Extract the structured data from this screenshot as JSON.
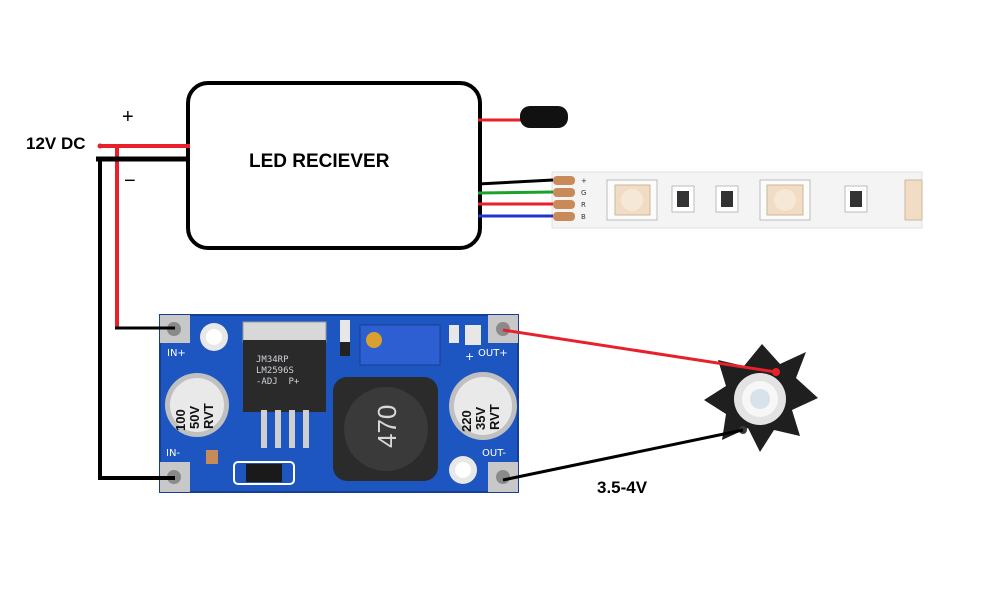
{
  "power_input": {
    "label": "12V DC",
    "positive_symbol": "+",
    "negative_symbol": "−"
  },
  "receiver": {
    "label": "LED RECIEVER"
  },
  "strip": {
    "pin_labels": [
      "+",
      "G",
      "R",
      "B"
    ]
  },
  "buck_module": {
    "in_plus_label": "IN+",
    "in_minus_label": "IN-",
    "out_plus_label": "OUT+",
    "out_minus_label": "OUT-",
    "pot_plus_label": "+",
    "chip_line1": "JM34RP",
    "chip_line2": "LM2596S",
    "chip_line3": "-ADJ  P+",
    "cap_left": [
      "100",
      "50V",
      "RVT"
    ],
    "cap_right": [
      "220",
      "35V",
      "RVT"
    ],
    "inductor_label": "470"
  },
  "led_output": {
    "voltage_label": "3.5-4V"
  },
  "colors": {
    "wire_positive": "#e8202a",
    "wire_negative": "#000000",
    "wire_green": "#1aa32a",
    "wire_blue": "#2233cc",
    "pcb": "#1d56c0",
    "strip": "#f2f2f2",
    "led_star": "#1f1f1f"
  }
}
